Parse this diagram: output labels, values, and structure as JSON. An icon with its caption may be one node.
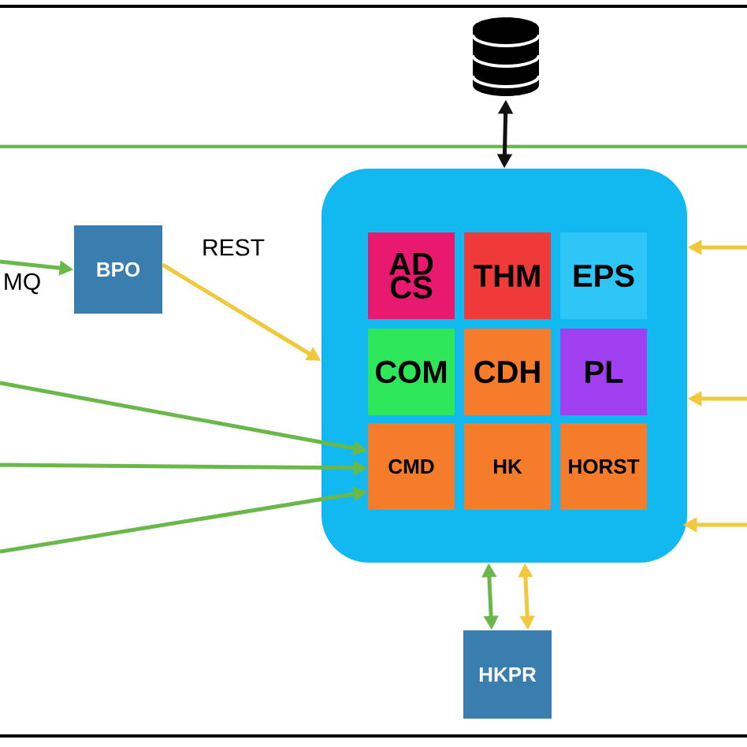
{
  "diagram": {
    "nodes": [
      {
        "text": [],
        "shape": "cylinder"
      },
      {
        "text": [
          "BPO"
        ]
      },
      {
        "text": [],
        "shape": "box"
      },
      {
        "text": [
          "AD CS"
        ],
        "in": 2
      },
      {
        "text": [
          "THM"
        ],
        "in": 2
      },
      {
        "text": [
          "EPS"
        ],
        "in": 2
      },
      {
        "text": [
          "COM"
        ],
        "in": 2
      },
      {
        "text": [
          "CDH"
        ],
        "in": 2
      },
      {
        "text": [
          "PL"
        ],
        "in": 2
      },
      {
        "text": [
          "CMD"
        ],
        "in": 2
      },
      {
        "text": [
          "HK"
        ],
        "in": 2
      },
      {
        "text": [
          "HORST"
        ],
        "in": 2
      },
      {
        "text": [
          "HKPR"
        ]
      }
    ],
    "edges": [
      {
        "from": 0,
        "to": 2,
        "arrow": "both",
        "color": "#111111"
      },
      {
        "from": null,
        "to": 1,
        "arrow": "to",
        "label": "MQ",
        "color": "#6ab84a"
      },
      {
        "from": 1,
        "to": 2,
        "arrow": "to",
        "label": "REST",
        "color": "#f0c83a"
      },
      {
        "from": null,
        "to": 9,
        "arrow": "to",
        "color": "#6ab84a"
      },
      {
        "from": null,
        "to": 9,
        "arrow": "to",
        "color": "#6ab84a"
      },
      {
        "from": null,
        "to": 9,
        "arrow": "to",
        "color": "#6ab84a"
      },
      {
        "from": null,
        "to": 2,
        "arrow": "to",
        "color": "#f0c83a"
      },
      {
        "from": null,
        "to": 2,
        "arrow": "to",
        "color": "#f0c83a"
      },
      {
        "from": null,
        "to": 2,
        "arrow": "to",
        "color": "#f0c83a"
      },
      {
        "from": 2,
        "to": 12,
        "arrow": "both",
        "color": "#6ab84a"
      },
      {
        "from": 2,
        "to": 12,
        "arrow": "both",
        "color": "#f0c83a"
      }
    ]
  }
}
